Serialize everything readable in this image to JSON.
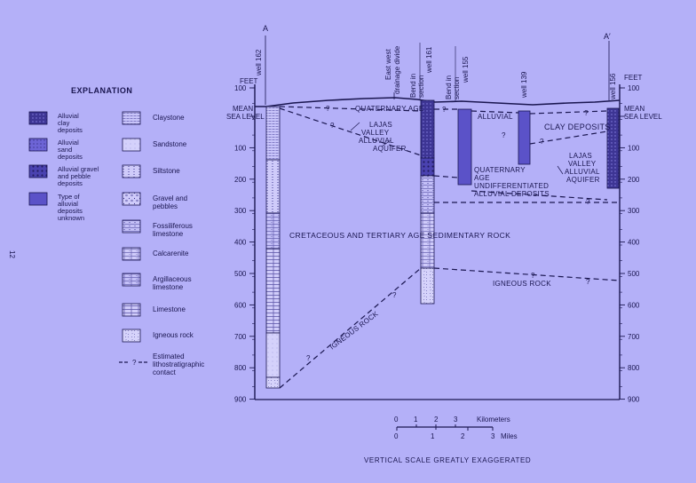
{
  "page_number": "12",
  "section_label_left": "A",
  "section_label_right": "A′",
  "explanation": {
    "title": "EXPLANATION",
    "left_items": [
      {
        "lines": [
          "Alluvial",
          "clay",
          "deposits"
        ],
        "pattern": "clay"
      },
      {
        "lines": [
          "Alluvial",
          "sand",
          "deposits"
        ],
        "pattern": "sand"
      },
      {
        "lines": [
          "Alluvial gravel",
          "and pebble",
          "deposits"
        ],
        "pattern": "gravel"
      },
      {
        "lines": [
          "Type of",
          "alluvial",
          "deposits",
          "unknown"
        ],
        "pattern": "unknown"
      }
    ],
    "right_items": [
      {
        "lines": [
          "Claystone"
        ],
        "pattern": "claystone"
      },
      {
        "lines": [
          "Sandstone"
        ],
        "pattern": "sandstone"
      },
      {
        "lines": [
          "Siltstone"
        ],
        "pattern": "siltstone"
      },
      {
        "lines": [
          "Gravel and",
          "pebbles"
        ],
        "pattern": "pebbles"
      },
      {
        "lines": [
          "Fossiliferous",
          "limestone"
        ],
        "pattern": "fossil"
      },
      {
        "lines": [
          "Calcarenite"
        ],
        "pattern": "calcarenite"
      },
      {
        "lines": [
          "Argillaceous",
          "limestone"
        ],
        "pattern": "argill"
      },
      {
        "lines": [
          "Limestone"
        ],
        "pattern": "limestone"
      },
      {
        "lines": [
          "Igneous rock"
        ],
        "pattern": "igneous"
      }
    ],
    "contact_lines": [
      "Estimated",
      "lithostratigraphic",
      "contact"
    ],
    "contact_symbol": "?"
  },
  "axis": {
    "unit": "FEET",
    "sea_level": [
      "MEAN",
      "SEA LEVEL"
    ],
    "ticks_above": [
      "100"
    ],
    "ticks_below": [
      "100",
      "200",
      "300",
      "400",
      "500",
      "600",
      "700",
      "800",
      "900"
    ]
  },
  "wells": [
    {
      "name": "well 162"
    },
    {
      "name": "well 161"
    },
    {
      "name": "well 155"
    },
    {
      "name": "well 139"
    },
    {
      "name": "well 156"
    }
  ],
  "top_labels": {
    "divide": [
      "East west",
      "drainage divide"
    ],
    "bend1": [
      "Bend in",
      "section"
    ],
    "bend2": [
      "Bend in",
      "section"
    ]
  },
  "units": {
    "quaternary": "QUATERNARY AGE",
    "lajas_left": [
      "LAJAS",
      "VALLEY",
      "ALLUVIAL",
      "AQUIFER"
    ],
    "alluvial": "ALLUVIAL",
    "clay_deposits": "CLAY DEPOSITS",
    "quat_undiff": [
      "QUATERNARY",
      "AGE",
      "UNDIFFERENTIATED",
      "ALLUVIAL DEPOSITS"
    ],
    "lajas_right": [
      "LAJAS",
      "VALLEY",
      "ALLUVIAL",
      "AQUIFER"
    ],
    "cretaceous": "CRETACEOUS AND TERTIARY AGE SEDIMENTARY ROCK",
    "igneous_right": "IGNEOUS ROCK",
    "igneous_left": "IGNEOUS ROCK"
  },
  "scale": {
    "km_label": "Kilometers",
    "km_ticks": [
      "0",
      "1",
      "2",
      "3"
    ],
    "mi_label": "Miles",
    "mi_ticks": [
      "0",
      "1",
      "2",
      "3"
    ],
    "note": "VERTICAL SCALE GREATLY EXAGGERATED"
  },
  "colors": {
    "background": "#b4b0f8",
    "ink": "#1a1650",
    "dark_fill": "#5b52c8"
  }
}
